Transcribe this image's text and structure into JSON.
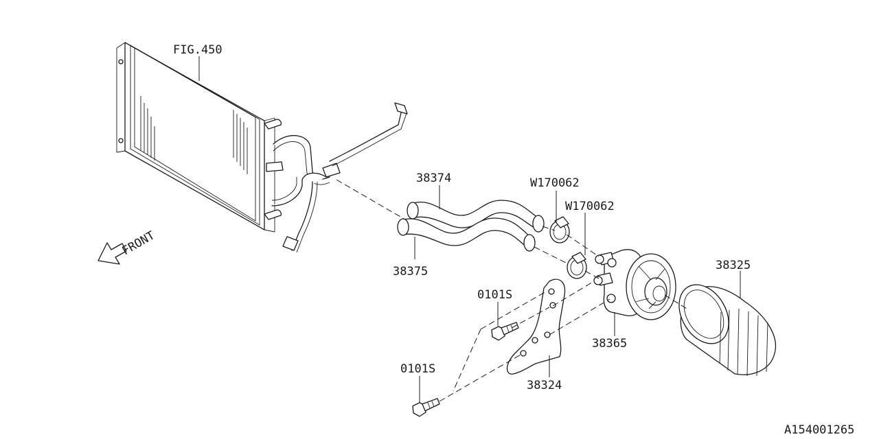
{
  "diagram": {
    "reference_code": "A154001265",
    "front_label": "FRONT",
    "parts": {
      "radiator": "FIG.450",
      "hose_upper": "38374",
      "hose_lower": "38375",
      "clamp_upper": "W170062",
      "clamp_lower": "W170062",
      "oil_cooler": "38365",
      "oil_filter": "38325",
      "bracket": "38324",
      "bolt_upper": "0101S",
      "bolt_lower": "0101S"
    }
  }
}
